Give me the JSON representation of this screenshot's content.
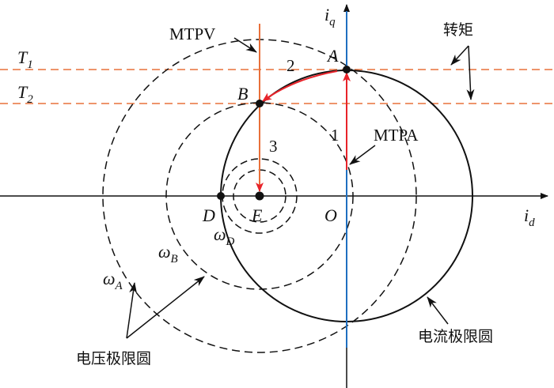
{
  "axes": {
    "x_label": "i",
    "x_sub": "d",
    "y_label": "i",
    "y_sub": "q"
  },
  "torque": {
    "label": "转矩",
    "t1": "T",
    "t1_sub": "1",
    "t2": "T",
    "t2_sub": "2"
  },
  "points": {
    "A": "A",
    "B": "B",
    "D": "D",
    "E": "E",
    "O": "O"
  },
  "paths": {
    "p1": "1",
    "p2": "2",
    "p3": "3"
  },
  "curves": {
    "mtpv": "MTPV",
    "mtpa": "MTPA",
    "current_limit": "电流极限圆",
    "voltage_limit": "电压极限圆"
  },
  "speeds": {
    "wA": "ω",
    "wA_sub": "A",
    "wB": "ω",
    "wB_sub": "B",
    "wD": "ω",
    "wD_sub": "D"
  },
  "colors": {
    "torque": "#e8703a",
    "mtpa": "#1f6fc0",
    "mtpv": "#e8703a",
    "arrow": "#e8232a"
  }
}
